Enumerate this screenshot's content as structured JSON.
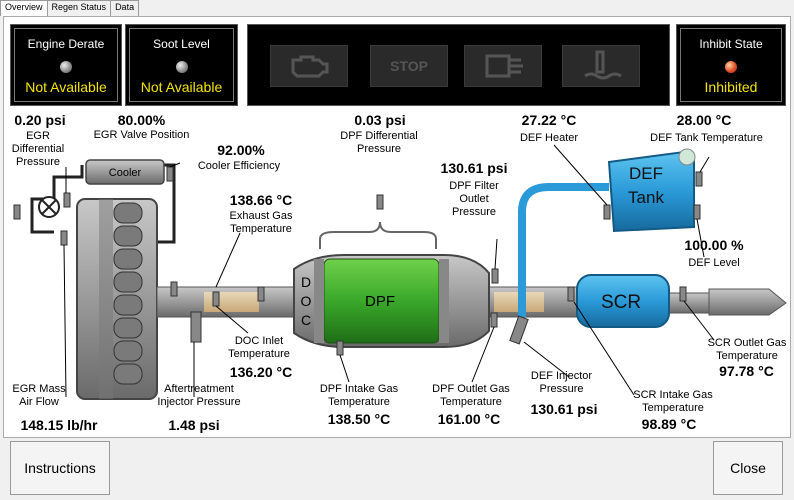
{
  "tabs": [
    "Overview",
    "Regen Status",
    "Data"
  ],
  "lamps": {
    "engine_derate": {
      "title": "Engine Derate",
      "value": "Not Available"
    },
    "soot_level": {
      "title": "Soot Level",
      "value": "Not Available"
    },
    "inhibit_state": {
      "title": "Inhibit State",
      "value": "Inhibited"
    }
  },
  "indicator_icons": [
    "engine-check-icon",
    "stop-icon",
    "exhaust-filter-icon",
    "high-exhaust-temp-icon"
  ],
  "indicator_stop_label": "STOP",
  "components": {
    "cooler": "Cooler",
    "doc": "DOC",
    "dpf": "DPF",
    "scr": "SCR",
    "def_tank_1": "DEF",
    "def_tank_2": "Tank"
  },
  "readings": {
    "egr_diff_pressure": {
      "value": "0.20 psi",
      "label": [
        "EGR",
        "Differential",
        "Pressure"
      ]
    },
    "egr_valve_position": {
      "value": "80.00%",
      "label": [
        "EGR Valve Position"
      ]
    },
    "cooler_efficiency": {
      "value": "92.00%",
      "label": [
        "Cooler Efficiency"
      ]
    },
    "exhaust_gas_temp": {
      "value": "138.66 °C",
      "label": [
        "Exhaust Gas",
        "Temperature"
      ]
    },
    "dpf_diff_pressure": {
      "value": "0.03 psi",
      "label": [
        "DPF Differential",
        "Pressure"
      ]
    },
    "dpf_filter_outlet_pressure": {
      "value": "130.61 psi",
      "label": [
        "DPF Filter",
        "Outlet",
        "Pressure"
      ]
    },
    "def_heater": {
      "value": "27.22 °C",
      "label": [
        "DEF Heater"
      ]
    },
    "def_tank_temp": {
      "value": "28.00 °C",
      "label": [
        "DEF Tank Temperature"
      ]
    },
    "def_level": {
      "value": "100.00 %",
      "label": [
        "DEF Level"
      ]
    },
    "egr_mass_air_flow": {
      "value": "148.15 lb/hr",
      "label": [
        "EGR Mass",
        "Air Flow"
      ]
    },
    "aftertreatment_injector_pressure": {
      "value": "1.48 psi",
      "label": [
        "Aftertreatment",
        "Injector Pressure"
      ]
    },
    "doc_inlet_temp": {
      "value": "136.20 °C",
      "label": [
        "DOC Inlet",
        "Temperature"
      ]
    },
    "dpf_intake_gas_temp": {
      "value": "138.50 °C",
      "label": [
        "DPF Intake Gas",
        "Temperature"
      ]
    },
    "dpf_outlet_gas_temp": {
      "value": "161.00 °C",
      "label": [
        "DPF Outlet Gas",
        "Temperature"
      ]
    },
    "def_injector_pressure": {
      "value": "130.61 psi",
      "label": [
        "DEF Injector",
        "Pressure"
      ]
    },
    "scr_intake_gas_temp": {
      "value": "98.89 °C",
      "label": [
        "SCR Intake Gas",
        "Temperature"
      ]
    },
    "scr_outlet_gas_temp": {
      "value": "97.78 °C",
      "label": [
        "SCR Outlet Gas",
        "Temperature"
      ]
    }
  },
  "buttons": {
    "instructions": "Instructions",
    "close": "Close"
  },
  "colors": {
    "lamp_value": "#f5e400",
    "dpf_green": "#3aa82a",
    "def_blue": "#2a9ad8",
    "inhibited_lamp": "#e0502a"
  }
}
